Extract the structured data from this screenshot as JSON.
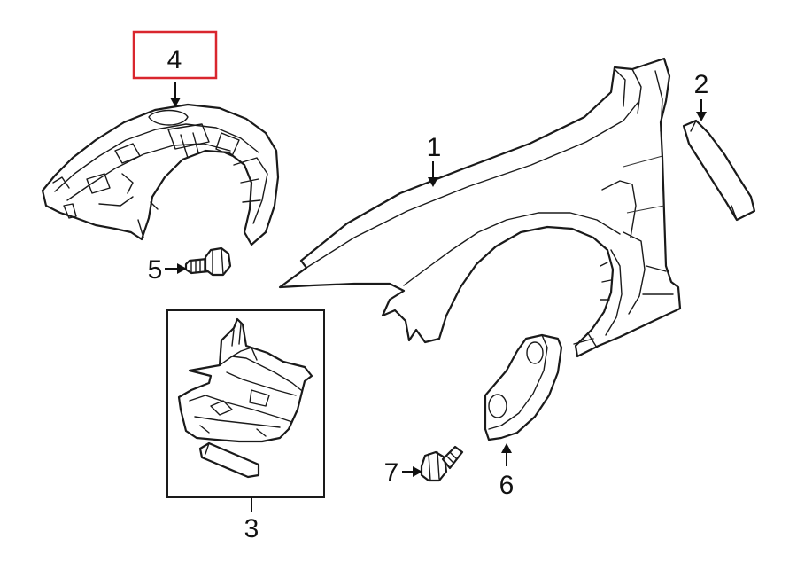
{
  "highlight_color": "#d9262e",
  "callouts": {
    "c1": "1",
    "c2": "2",
    "c3": "3",
    "c4": "4",
    "c5": "5",
    "c6": "6",
    "c7": "7"
  },
  "highlighted_callout": "4"
}
